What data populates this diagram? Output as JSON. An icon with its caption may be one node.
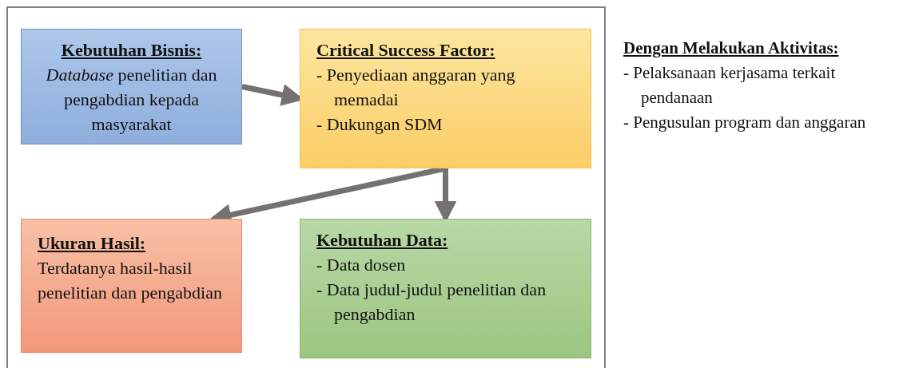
{
  "diagram": {
    "nodes": [
      {
        "text": [],
        "shape": "box"
      },
      {
        "text": [
          "Kebutuhan Bisnis:",
          "*Database* penelitian dan pengabdian kepada masyarakat"
        ],
        "in": 0
      },
      {
        "text": [
          "Critical Success Factor:",
          "- Penyediaan anggaran yang memadai",
          "- Dukungan SDM"
        ],
        "in": 0
      },
      {
        "text": [
          "Ukuran Hasil:",
          "Terdatanya hasil-hasil penelitian dan pengabdian"
        ],
        "in": 0
      },
      {
        "text": [
          "Kebutuhan Data:",
          "- Data dosen",
          "- Data judul-judul penelitian dan pengabdian"
        ],
        "in": 0
      }
    ],
    "edges": [
      {
        "from": 1,
        "to": 2,
        "arrow": "to"
      },
      {
        "from": 2,
        "to": 3,
        "arrow": "to"
      },
      {
        "from": 2,
        "to": 4,
        "arrow": "to"
      }
    ],
    "labels": [
      "Dengan Melakukan Aktivitas:",
      "- Pelaksanaan kerjasama terkait pendanaan",
      "- Pengusulan program dan anggaran"
    ]
  }
}
